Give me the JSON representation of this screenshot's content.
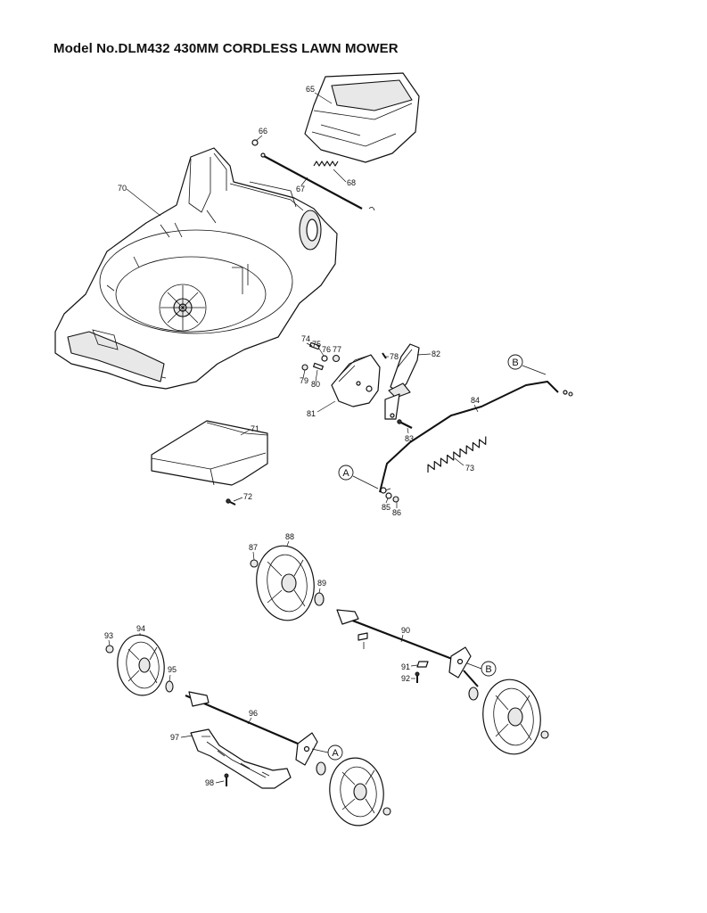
{
  "title": "Model No.DLM432 430MM CORDLESS LAWN MOWER",
  "parts": [
    "65",
    "66",
    "67",
    "68",
    "70",
    "71",
    "72",
    "73",
    "74",
    "75",
    "76",
    "77",
    "78",
    "79",
    "80",
    "81",
    "82",
    "83",
    "84",
    "85",
    "86",
    "87",
    "88",
    "89",
    "90",
    "91",
    "92",
    "93",
    "94",
    "95",
    "96",
    "97",
    "98"
  ],
  "references": [
    "A",
    "B"
  ]
}
